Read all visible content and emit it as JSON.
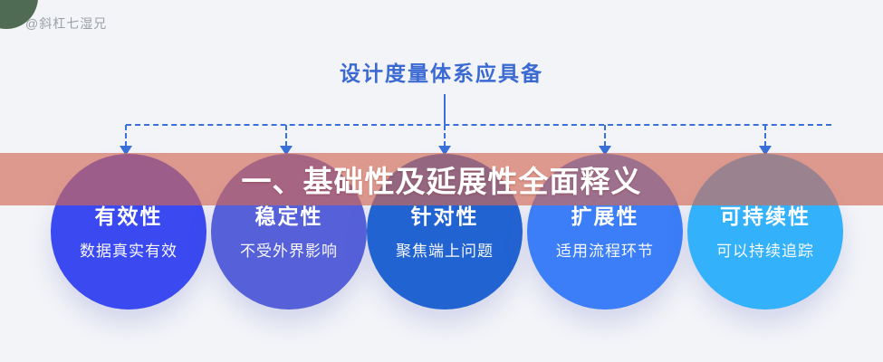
{
  "watermark": "@斜杠七湿兄",
  "title": "设计度量体系应具备",
  "banner": {
    "label": "一、基础性及延展性全面释义"
  },
  "nodes": [
    {
      "label": "有效性",
      "desc": "数据真实有效",
      "color": "#3a49f0"
    },
    {
      "label": "稳定性",
      "desc": "不受外界影响",
      "color": "#5560d9"
    },
    {
      "label": "针对性",
      "desc": "聚焦端上问题",
      "color": "#2263d2"
    },
    {
      "label": "扩展性",
      "desc": "适用流程环节",
      "color": "#3b7ef7"
    },
    {
      "label": "可持续性",
      "desc": "可以持续追踪",
      "color": "#33b1fa"
    }
  ],
  "colors": {
    "background": "#f3f4f8",
    "title": "#3b6ad3",
    "connector": "#3a70d8",
    "banner": "rgba(210,105,85,0.65)",
    "corner": "#4f6b53",
    "node_text": "#ffffff"
  }
}
